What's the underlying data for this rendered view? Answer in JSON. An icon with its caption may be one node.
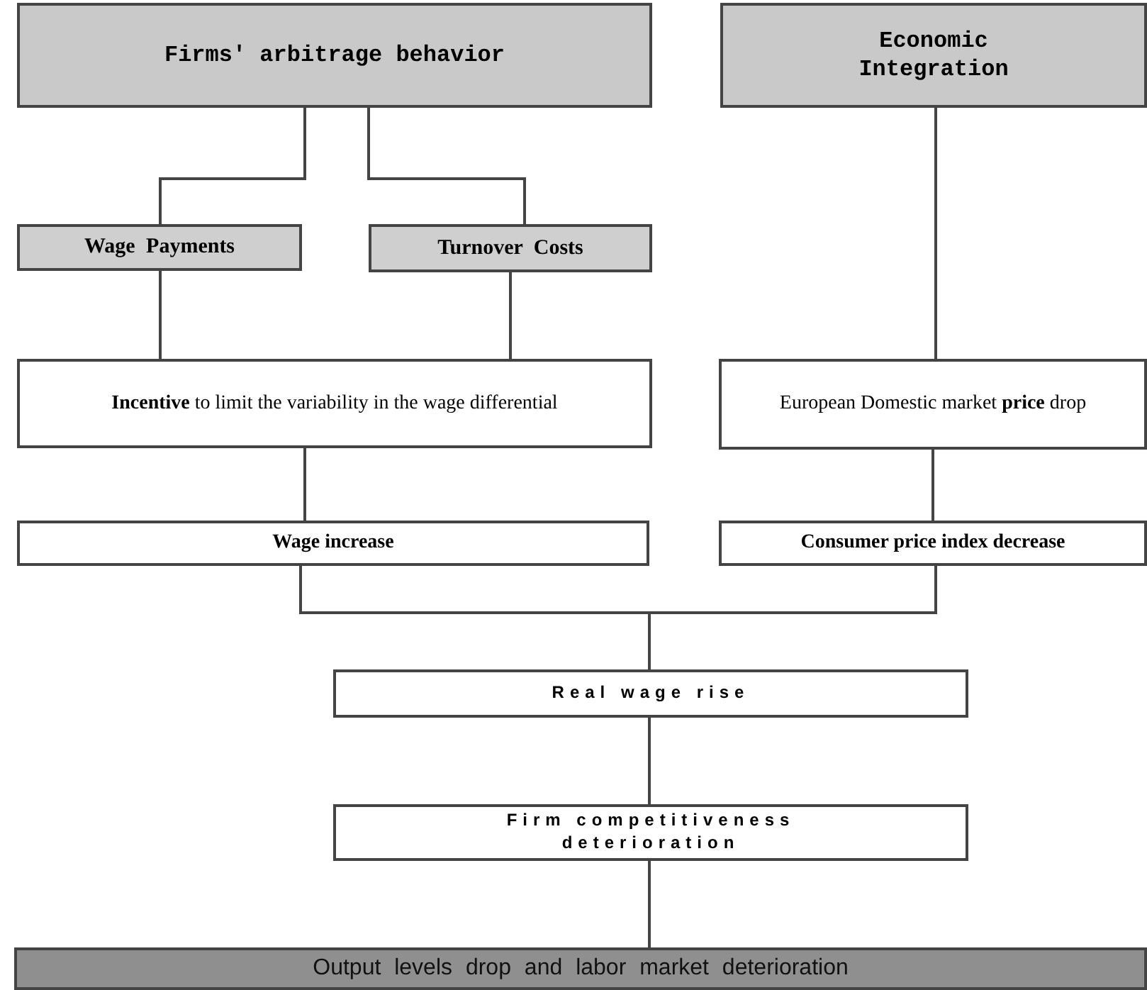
{
  "diagram": {
    "nodes": [
      {
        "text": [
          "Firms' arbitrage behavior"
        ]
      },
      {
        "text": [
          "Economic Integration"
        ]
      },
      {
        "text": [
          "Wage Payments"
        ]
      },
      {
        "text": [
          "Turnover Costs"
        ]
      },
      {
        "text": [
          "**Incentive** to limit the variability in the wage differential"
        ]
      },
      {
        "text": [
          "European Domestic market **price** drop"
        ]
      },
      {
        "text": [
          "Wage increase"
        ]
      },
      {
        "text": [
          "Consumer price index decrease"
        ]
      },
      {
        "text": [
          "Real wage rise"
        ]
      },
      {
        "text": [
          "Firm competitiveness deterioration"
        ]
      },
      {
        "text": [
          "Output levels drop and labor market deterioration"
        ]
      }
    ],
    "edges": [
      {
        "from": 0,
        "to": 2,
        "arrow": "none"
      },
      {
        "from": 0,
        "to": 3,
        "arrow": "none"
      },
      {
        "from": 1,
        "to": 5,
        "arrow": "none"
      },
      {
        "from": 2,
        "to": 4,
        "arrow": "none"
      },
      {
        "from": 3,
        "to": 4,
        "arrow": "none"
      },
      {
        "from": 4,
        "to": 6,
        "arrow": "none"
      },
      {
        "from": 5,
        "to": 7,
        "arrow": "none"
      },
      {
        "from": 6,
        "to": 8,
        "arrow": "none"
      },
      {
        "from": 7,
        "to": 8,
        "arrow": "none"
      },
      {
        "from": 8,
        "to": 9,
        "arrow": "none"
      },
      {
        "from": 9,
        "to": 10,
        "arrow": "none"
      }
    ]
  }
}
